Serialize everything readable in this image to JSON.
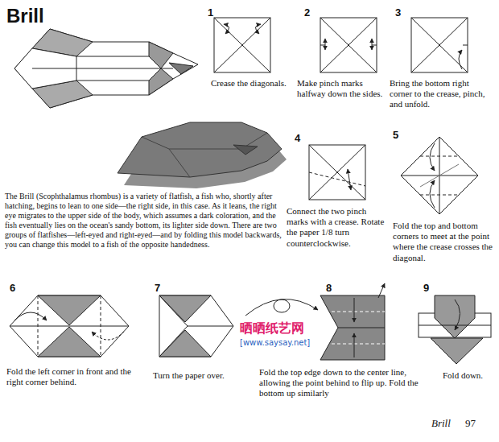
{
  "diagram": {
    "title": "Brill",
    "labels": [
      "1",
      "Crease the diagonals.",
      "2",
      "Make pinch marks halfway down the sides.",
      "3",
      "Bring the bottom right corner to the crease, pinch, and unfold.",
      "The Brill (Scophthalamus rhombus) is a variety of flatfish, a fish who, shortly after hatching, begins to lean to one side—the right side, in this case. As it leans, the right eye migrates to the upper side of the body, which assumes a dark coloration, and the fish eventually lies on the ocean's sandy bottom, its lighter side down. There are two groups of flatfishes—left-eyed and right-eyed—and by folding this model backwards, you can change this model to a fish of the opposite handedness.",
      "4",
      "Connect the two pinch marks with a crease. Rotate the paper 1/8 turn counterclockwise.",
      "5",
      "Fold the top and bottom corners to meet at the point where the crease crosses the diagonal.",
      "6",
      "Fold the left corner in front and the right corner behind.",
      "7",
      "Turn the paper over.",
      "8",
      "Fold the top edge down to the center line, allowing the point behind to flip up. Fold the bottom up similarly",
      "9",
      "Fold down.",
      "晒晒纸艺网",
      "[www.saysay.net]",
      "Brill",
      "97"
    ]
  }
}
